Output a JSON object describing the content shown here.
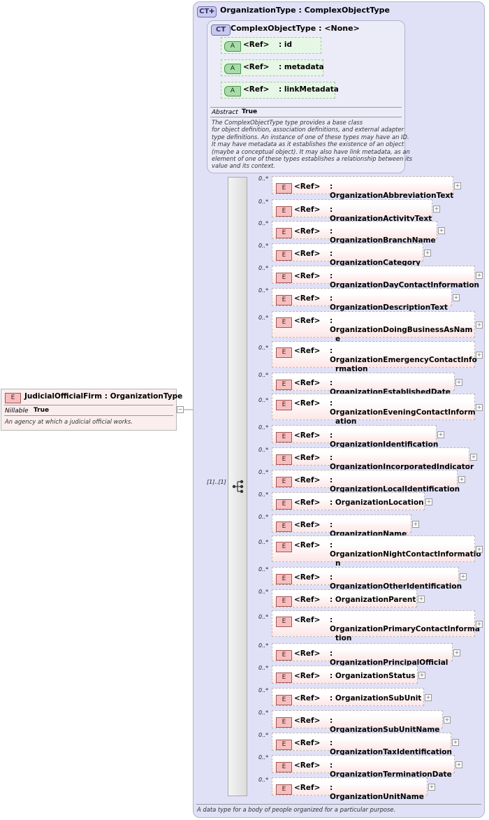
{
  "root": {
    "badge": "E",
    "name": "JudicialOfficialFirm",
    "separator": ":",
    "type": "OrganizationType",
    "property_label": "Nillable",
    "property_value": "True",
    "description": "An agency at which a judicial official works.",
    "collapse_symbol": "−"
  },
  "outer_type": {
    "badge": "CT",
    "name": "OrganizationType",
    "separator": ":",
    "base": "ComplexObjectType",
    "description": "A data type for a body of people organized for a particular purpose."
  },
  "inner_type": {
    "badge": "CT",
    "name": "ComplexObjectType",
    "separator": ":",
    "base": "<None>",
    "property_label": "Abstract",
    "property_value": "True",
    "description_lines": [
      "The ComplexObjectType type provides a base class",
      "for object definition, association definitions, and external adapter",
      "type definitions. An instance of one of these types may have an ID.",
      "It may have metadata as it establishes the existence of an object",
      "(maybe a conceptual object). It may also have link metadata, as an",
      "element of one of these types establishes a relationship between its",
      "value and its context."
    ],
    "attributes": [
      {
        "badge": "A",
        "ref": "<Ref>",
        "name": ": id"
      },
      {
        "badge": "A",
        "ref": "<Ref>",
        "name": ": metadata"
      },
      {
        "badge": "A",
        "ref": "<Ref>",
        "name": ": linkMetadata"
      }
    ]
  },
  "sequence": {
    "multiplicity": "[1]..[1]"
  },
  "elements": [
    {
      "badge": "E",
      "ref": "<Ref>",
      "mult": "0..*",
      "name": ": OrganizationAbbreviationText"
    },
    {
      "badge": "E",
      "ref": "<Ref>",
      "mult": "0..*",
      "name": ": OrganizationActivityText"
    },
    {
      "badge": "E",
      "ref": "<Ref>",
      "mult": "0..*",
      "name": ": OrganizationBranchName"
    },
    {
      "badge": "E",
      "ref": "<Ref>",
      "mult": "0..*",
      "name": ": OrganizationCategory"
    },
    {
      "badge": "E",
      "ref": "<Ref>",
      "mult": "0..*",
      "name": ": OrganizationDayContactInformation"
    },
    {
      "badge": "E",
      "ref": "<Ref>",
      "mult": "0..*",
      "name": ": OrganizationDescriptionText"
    },
    {
      "badge": "E",
      "ref": "<Ref>",
      "mult": "0..*",
      "name": ": OrganizationDoingBusinessAsNam",
      "name2": "e"
    },
    {
      "badge": "E",
      "ref": "<Ref>",
      "mult": "0..*",
      "name": ": OrganizationEmergencyContactInfo",
      "name2": "rmation"
    },
    {
      "badge": "E",
      "ref": "<Ref>",
      "mult": "0..*",
      "name": ": OrganizationEstablishedDate"
    },
    {
      "badge": "E",
      "ref": "<Ref>",
      "mult": "0..*",
      "name": ": OrganizationEveningContactInform",
      "name2": "ation"
    },
    {
      "badge": "E",
      "ref": "<Ref>",
      "mult": "0..*",
      "name": ": OrganizationIdentification"
    },
    {
      "badge": "E",
      "ref": "<Ref>",
      "mult": "0..*",
      "name": ": OrganizationIncorporatedIndicator"
    },
    {
      "badge": "E",
      "ref": "<Ref>",
      "mult": "0..*",
      "name": ": OrganizationLocalIdentification"
    },
    {
      "badge": "E",
      "ref": "<Ref>",
      "mult": "0..*",
      "name": ": OrganizationLocation"
    },
    {
      "badge": "E",
      "ref": "<Ref>",
      "mult": "0..*",
      "name": ": OrganizationName"
    },
    {
      "badge": "E",
      "ref": "<Ref>",
      "mult": "0..*",
      "name": ": OrganizationNightContactInformatio",
      "name2": "n"
    },
    {
      "badge": "E",
      "ref": "<Ref>",
      "mult": "0..*",
      "name": ": OrganizationOtherIdentification"
    },
    {
      "badge": "E",
      "ref": "<Ref>",
      "mult": "0..*",
      "name": ": OrganizationParent"
    },
    {
      "badge": "E",
      "ref": "<Ref>",
      "mult": "0..*",
      "name": ": OrganizationPrimaryContactInforma",
      "name2": "tion"
    },
    {
      "badge": "E",
      "ref": "<Ref>",
      "mult": "0..*",
      "name": ": OrganizationPrincipalOfficial"
    },
    {
      "badge": "E",
      "ref": "<Ref>",
      "mult": "0..*",
      "name": ": OrganizationStatus"
    },
    {
      "badge": "E",
      "ref": "<Ref>",
      "mult": "0..*",
      "name": ": OrganizationSubUnit"
    },
    {
      "badge": "E",
      "ref": "<Ref>",
      "mult": "0..*",
      "name": ": OrganizationSubUnitName"
    },
    {
      "badge": "E",
      "ref": "<Ref>",
      "mult": "0..*",
      "name": ": OrganizationTaxIdentification"
    },
    {
      "badge": "E",
      "ref": "<Ref>",
      "mult": "0..*",
      "name": ": OrganizationTerminationDate"
    },
    {
      "badge": "E",
      "ref": "<Ref>",
      "mult": "0..*",
      "name": ": OrganizationUnitName"
    }
  ],
  "expand_symbol": "+",
  "colors": {
    "type_fill": "#e0e0f6",
    "element_fill": "#fde6e6",
    "attribute_fill": "#e6f7e6",
    "connector": "#8c8cb4"
  }
}
